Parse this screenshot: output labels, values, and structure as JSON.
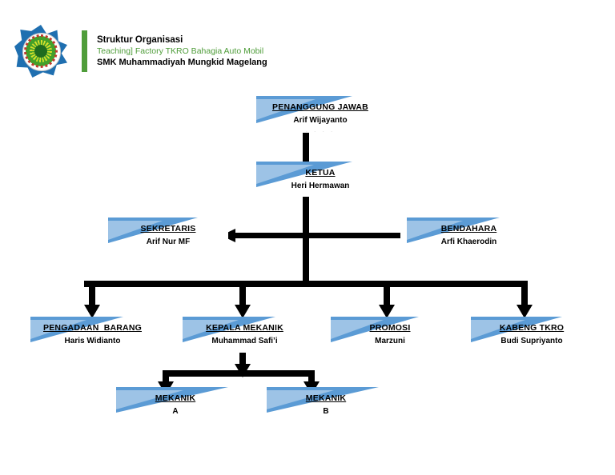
{
  "header": {
    "logo_name": "smk-muhammadiyah-logo",
    "line1": "Struktur Organisasi",
    "line2": "Teaching] Factory TKRO Bahagia Auto Mobil",
    "line3": "SMK Muhammadiyah Mungkid Magelang",
    "accent_color": "#4f9d3a"
  },
  "colors": {
    "box_fill": "#ffffff",
    "wedge_blue": "#5b9bd5",
    "wedge_blue_light": "#9dc3e6",
    "connector": "#000000",
    "title_text": "#000000",
    "green": "#4f9d3a"
  },
  "chart_data": {
    "type": "diagram",
    "title": "Struktur Organisasi Teaching Factory TKRO Bahagia Auto Mobil",
    "nodes": [
      {
        "id": "penanggung-jawab",
        "title": "PENANGGUNG JAWAB",
        "person": "Arif Wijayanto",
        "level": 0
      },
      {
        "id": "ketua",
        "title": "KETUA",
        "person": "Heri Hermawan",
        "level": 1
      },
      {
        "id": "sekretaris",
        "title": "SEKRETARIS",
        "person": "Arif Nur MF",
        "level": 2
      },
      {
        "id": "bendahara",
        "title": "BENDAHARA",
        "person": "Arfi Khaerodin",
        "level": 2
      },
      {
        "id": "pengadaan-barang",
        "title": "PENGADAAN  BARANG",
        "person": "Haris Widianto",
        "level": 3
      },
      {
        "id": "kepala-mekanik",
        "title": "KEPALA MEKANIK",
        "person": "Muhammad Safi’i",
        "level": 3
      },
      {
        "id": "promosi",
        "title": "PROMOSI",
        "person": "Marzuni",
        "level": 3
      },
      {
        "id": "kabeng-tkro",
        "title": "KABENG TKRO",
        "person": "Budi Supriyanto",
        "level": 3
      },
      {
        "id": "mekanik-a",
        "title": "MEKANIK",
        "person": "A",
        "level": 4
      },
      {
        "id": "mekanik-b",
        "title": "MEKANIK",
        "person": "B",
        "level": 4
      }
    ],
    "edges": [
      {
        "from": "penanggung-jawab",
        "to": "ketua"
      },
      {
        "from": "ketua",
        "to": "sekretaris"
      },
      {
        "from": "bendahara",
        "to": "sekretaris"
      },
      {
        "from": "ketua",
        "to": "pengadaan-barang"
      },
      {
        "from": "ketua",
        "to": "kepala-mekanik"
      },
      {
        "from": "ketua",
        "to": "promosi"
      },
      {
        "from": "ketua",
        "to": "kabeng-tkro"
      },
      {
        "from": "kepala-mekanik",
        "to": "mekanik-a"
      },
      {
        "from": "kepala-mekanik",
        "to": "mekanik-b"
      }
    ]
  }
}
